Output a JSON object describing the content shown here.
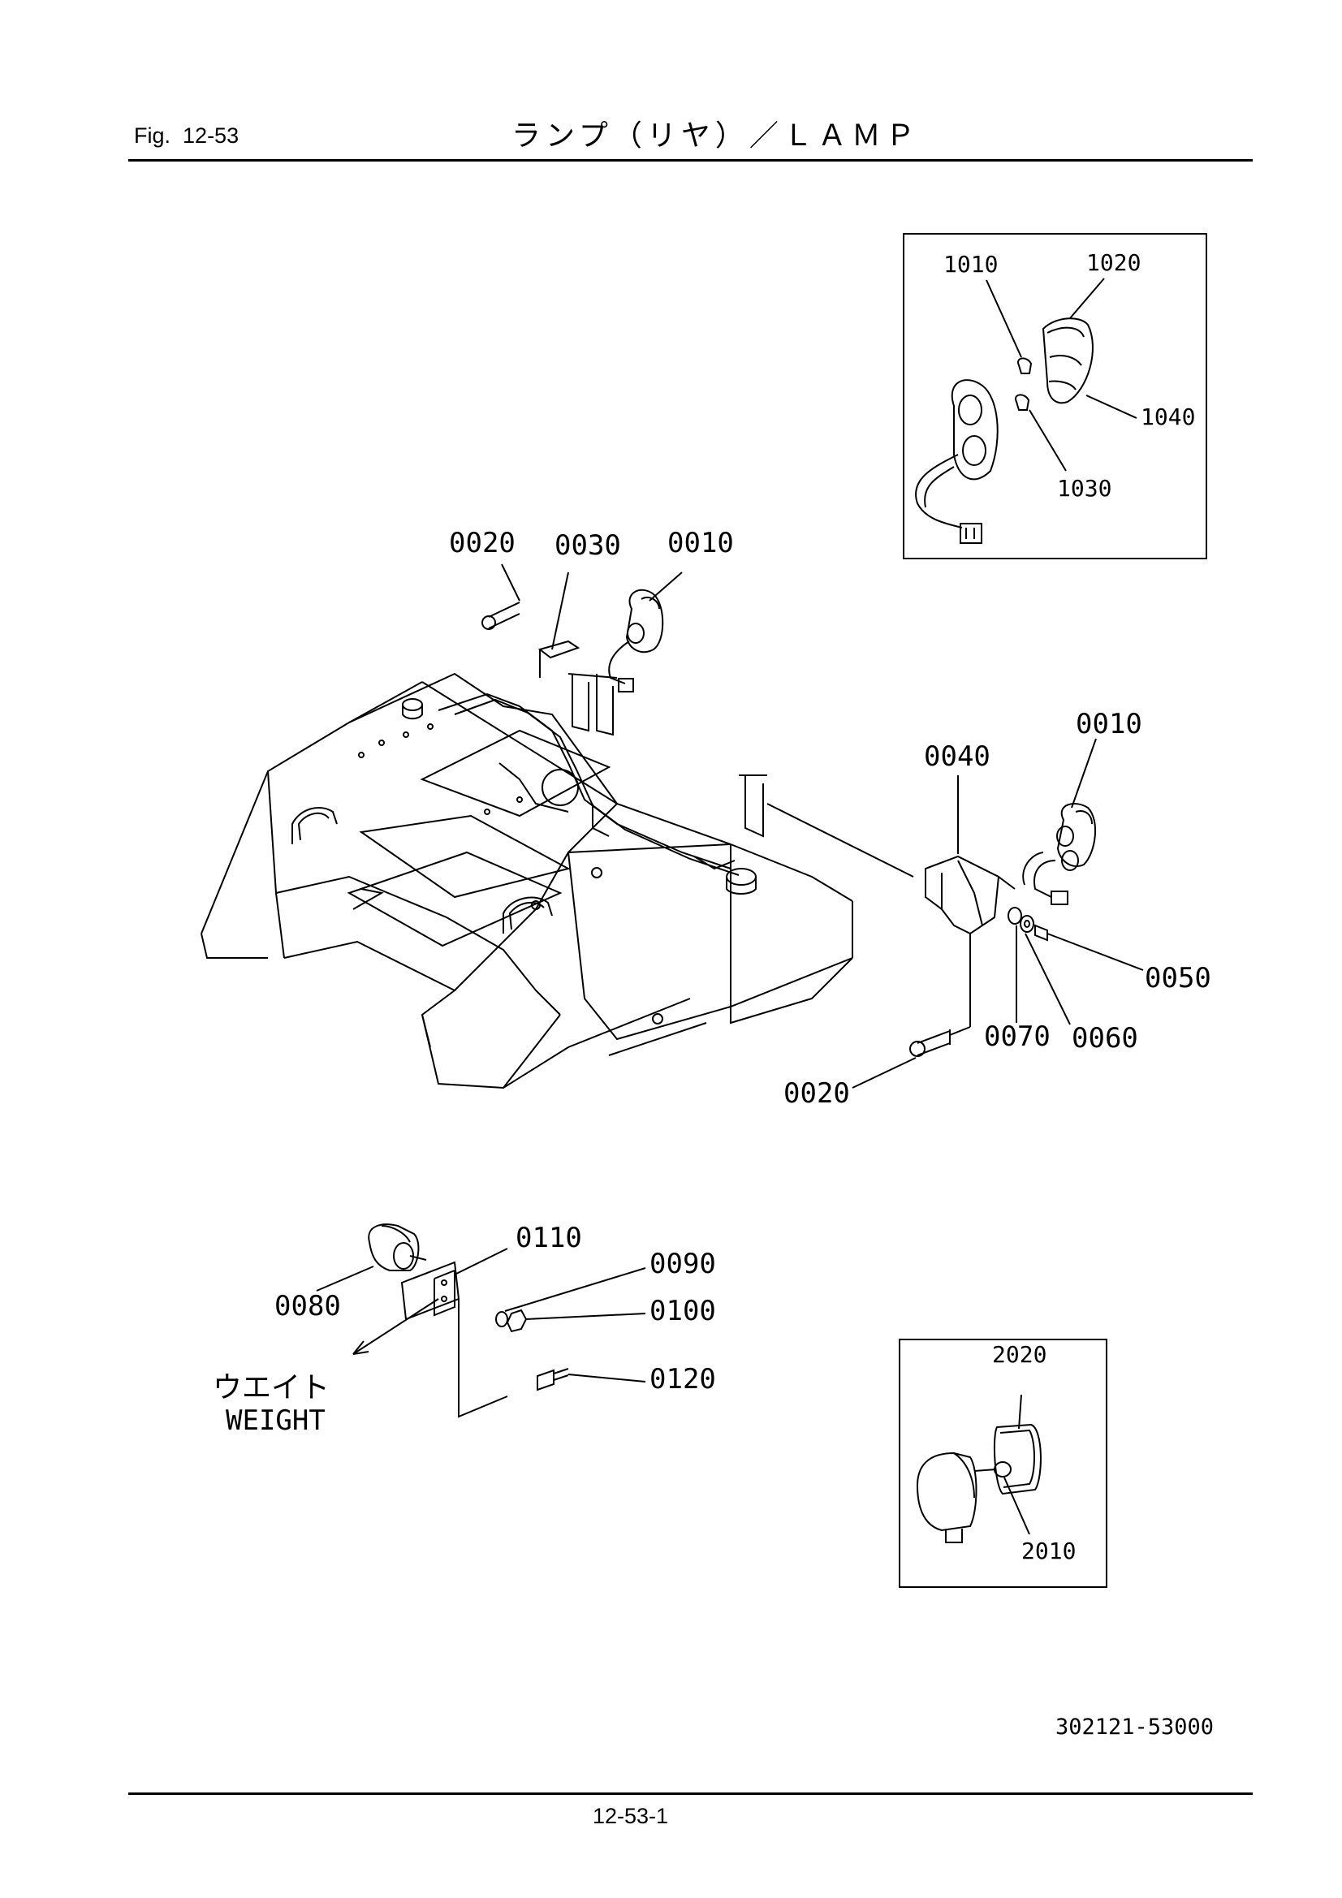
{
  "header": {
    "fig_label": "Fig.",
    "fig_number": "12-53",
    "title": "ランプ（リヤ）／ＬＡＭＰ"
  },
  "labels": {
    "p0010a": "0010",
    "p0020a": "0020",
    "p0030": "0030",
    "p0010b": "0010",
    "p0040": "0040",
    "p0050": "0050",
    "p0060": "0060",
    "p0070": "0070",
    "p0020b": "0020",
    "p0080": "0080",
    "p0090": "0090",
    "p0100": "0100",
    "p0110": "0110",
    "p0120": "0120",
    "p1010": "1010",
    "p1020": "1020",
    "p1030": "1030",
    "p1040": "1040",
    "p2010": "2010",
    "p2020": "2020"
  },
  "weight": {
    "jp": "ウエイト",
    "en": "WEIGHT"
  },
  "footer": {
    "drawing_number": "302121-53000",
    "page_number": "12-53-1"
  }
}
